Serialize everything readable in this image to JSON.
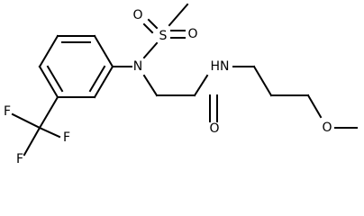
{
  "molecule": {
    "atoms": {
      "S": "S",
      "O_sulfonyl_left": "O",
      "O_sulfonyl_right": "O",
      "N_sulfonamide": "N",
      "NH_amide": "HN",
      "O_carbonyl": "O",
      "O_ether": "O",
      "F_left": "F",
      "F_mid": "F",
      "F_bottom": "F"
    }
  }
}
